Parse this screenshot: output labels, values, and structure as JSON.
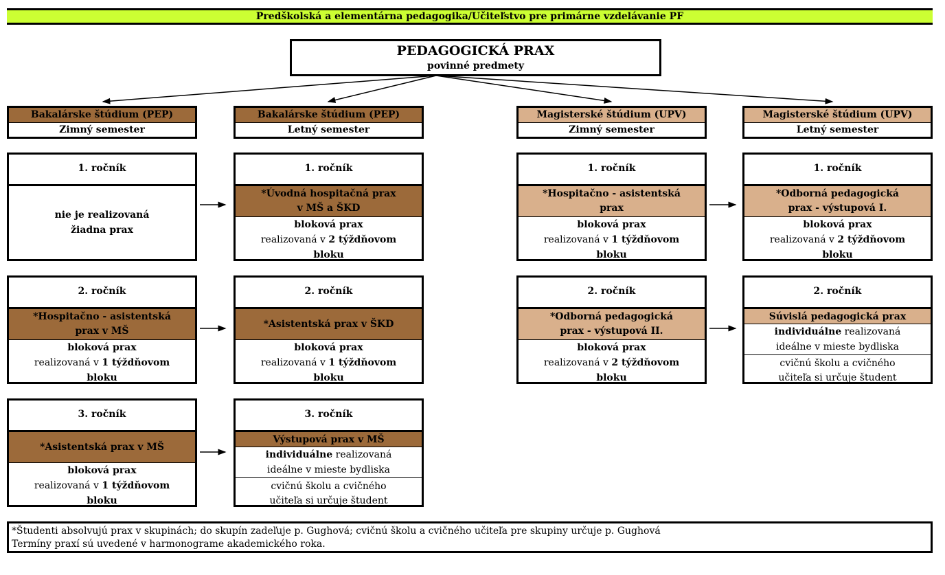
{
  "banner": "Predškolská a elementárna pedagogika/Učiteľstvo pre primárne vzdelávanie PF",
  "main": {
    "title": "PEDAGOGICKÁ PRAX",
    "subtitle": "povinné predmety"
  },
  "colors": {
    "banner": "#ccff33",
    "bachelor": "#9c6a3a",
    "master": "#d9b08c"
  },
  "headers": [
    {
      "top": "Bakalárske štúdium (PEP)",
      "bottom": "Zimný semester",
      "color": "#9c6a3a"
    },
    {
      "top": "Bakalárske štúdium (PEP)",
      "bottom": "Letný semester",
      "color": "#9c6a3a"
    },
    {
      "top": "Magisterské štúdium (UPV)",
      "bottom": "Zimný semester",
      "color": "#d9b08c"
    },
    {
      "top": "Magisterské štúdium (UPV)",
      "bottom": "Letný semester",
      "color": "#d9b08c"
    }
  ],
  "cards": [
    {
      "col": 0,
      "row": 0,
      "year": "1. ročník",
      "band": null,
      "body": [
        [
          {
            "t": "nie je realizovaná",
            "b": 1
          }
        ],
        [
          {
            "t": "žiadna prax",
            "b": 1
          }
        ]
      ]
    },
    {
      "col": 1,
      "row": 0,
      "year": "1. ročník",
      "band": {
        "lines": [
          "*Úvodná hospitačná prax",
          "v MŠ a ŠKD"
        ],
        "color": "#9c6a3a"
      },
      "body": [
        [
          {
            "t": "bloková prax",
            "b": 1
          }
        ],
        [
          {
            "t": "realizovaná v ",
            "b": 0
          },
          {
            "t": "2 týždňovom",
            "b": 1
          }
        ],
        [
          {
            "t": "bloku",
            "b": 1
          }
        ]
      ]
    },
    {
      "col": 2,
      "row": 0,
      "year": "1. ročník",
      "band": {
        "lines": [
          "*Hospitačno - asistentská",
          "prax"
        ],
        "color": "#d9b08c"
      },
      "body": [
        [
          {
            "t": "bloková prax",
            "b": 1
          }
        ],
        [
          {
            "t": "realizovaná v ",
            "b": 0
          },
          {
            "t": "1 týždňovom",
            "b": 1
          }
        ],
        [
          {
            "t": "bloku",
            "b": 1
          }
        ]
      ]
    },
    {
      "col": 3,
      "row": 0,
      "year": "1. ročník",
      "band": {
        "lines": [
          "*Odborná pedagogická",
          "prax - výstupová I."
        ],
        "color": "#d9b08c"
      },
      "body": [
        [
          {
            "t": "bloková prax",
            "b": 1
          }
        ],
        [
          {
            "t": "realizovaná v ",
            "b": 0
          },
          {
            "t": "2 týždňovom",
            "b": 1
          }
        ],
        [
          {
            "t": "bloku",
            "b": 1
          }
        ]
      ]
    },
    {
      "col": 0,
      "row": 1,
      "year": "2. ročník",
      "band": {
        "lines": [
          "*Hospitačno - asistentská",
          "prax v MŠ"
        ],
        "color": "#9c6a3a"
      },
      "body": [
        [
          {
            "t": "bloková prax",
            "b": 1
          }
        ],
        [
          {
            "t": "realizovaná v ",
            "b": 0
          },
          {
            "t": "1 týždňovom",
            "b": 1
          }
        ],
        [
          {
            "t": "bloku",
            "b": 1
          }
        ]
      ]
    },
    {
      "col": 1,
      "row": 1,
      "year": "2. ročník",
      "band": {
        "lines": [
          "*Asistentská prax v ŠKD"
        ],
        "color": "#9c6a3a",
        "tall": true
      },
      "body": [
        [
          {
            "t": "bloková prax",
            "b": 1
          }
        ],
        [
          {
            "t": "realizovaná v ",
            "b": 0
          },
          {
            "t": "1 týždňovom",
            "b": 1
          }
        ],
        [
          {
            "t": "bloku",
            "b": 1
          }
        ]
      ]
    },
    {
      "col": 2,
      "row": 1,
      "year": "2. ročník",
      "band": {
        "lines": [
          "*Odborná pedagogická",
          "prax - výstupová II."
        ],
        "color": "#d9b08c"
      },
      "body": [
        [
          {
            "t": "bloková prax",
            "b": 1
          }
        ],
        [
          {
            "t": "realizovaná v ",
            "b": 0
          },
          {
            "t": "2 týždňovom",
            "b": 1
          }
        ],
        [
          {
            "t": "bloku",
            "b": 1
          }
        ]
      ]
    },
    {
      "col": 3,
      "row": 1,
      "year": "2. ročník",
      "band": {
        "lines": [
          "Súvislá pedagogická prax"
        ],
        "color": "#d9b08c",
        "short": true
      },
      "body": [
        [
          {
            "t": "individuálne",
            "b": 1
          },
          {
            "t": " realizovaná",
            "b": 0
          }
        ],
        [
          {
            "t": "ideálne v mieste bydliska",
            "b": 0
          }
        ]
      ],
      "note": [
        "cvičnú školu a cvičného",
        "učiteľa si určuje študent"
      ]
    },
    {
      "col": 0,
      "row": 2,
      "year": "3. ročník",
      "band": {
        "lines": [
          "*Asistentská prax v MŠ"
        ],
        "color": "#9c6a3a",
        "tall": true
      },
      "body": [
        [
          {
            "t": "bloková prax",
            "b": 1
          }
        ],
        [
          {
            "t": "realizovaná v ",
            "b": 0
          },
          {
            "t": "1 týždňovom",
            "b": 1
          }
        ],
        [
          {
            "t": "bloku",
            "b": 1
          }
        ]
      ]
    },
    {
      "col": 1,
      "row": 2,
      "year": "3. ročník",
      "band": {
        "lines": [
          "Výstupová prax v MŠ"
        ],
        "color": "#9c6a3a",
        "short": true
      },
      "body": [
        [
          {
            "t": "individuálne",
            "b": 1
          },
          {
            "t": " realizovaná",
            "b": 0
          }
        ],
        [
          {
            "t": "ideálne v mieste bydliska",
            "b": 0
          }
        ]
      ],
      "note": [
        "cvičnú školu a cvičného",
        "učiteľa si určuje študent"
      ]
    }
  ],
  "footer": [
    "*Študenti absolvujú prax v skupinách; do skupín zadeľuje p. Gughová; cvičnú školu a cvičného učiteľa pre skupiny určuje p. Gughová",
    "Termíny praxí sú uvedené v harmonograme akademického roka."
  ]
}
